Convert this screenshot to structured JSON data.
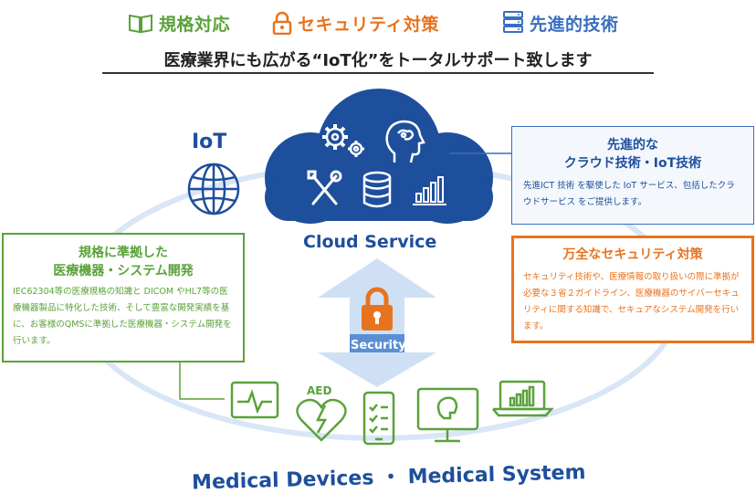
{
  "header": {
    "items": [
      {
        "label": "規格対応",
        "color": "#5aa23a",
        "icon": "book-icon"
      },
      {
        "label": "セキュリティ対策",
        "color": "#e8731e",
        "icon": "lock-icon"
      },
      {
        "label": "先進的技術",
        "color": "#3a6fbf",
        "icon": "server-icon"
      }
    ],
    "subtitle": "医療業界にも広がる“IoT化”をトータルサポート致します"
  },
  "diagram": {
    "iot_label": "IoT",
    "cloud_label": "Cloud Service",
    "security_label": "Security",
    "aed_label": "AED",
    "bottom_label": "Medical Devices ・ Medical System"
  },
  "boxes": {
    "advanced": {
      "title_line1": "先進的な",
      "title_line2": "クラウド技術・IoT技術",
      "body": "先進ICT 技術 を駆使した IoT サービス、包括したクラウドサービス をご提供します。"
    },
    "standards": {
      "title_line1": "規格に準拠した",
      "title_line2": "医療機器・システム開発",
      "body": "IEC62304等の医療規格の知識と DICOM やHL7等の医療機器製品に特化した技術、そして豊富な開発実績を基に、お客様のQMSに準拠した医療機器・システム開発を行います。"
    },
    "security": {
      "title": "万全なセキュリティ対策",
      "body": "セキュリティ技術や、医療情報の取り扱いの際に準拠が必要な３省２ガイドライン、医療機器のサイバーセキュリティに関する知識で、セキュアなシステム開発を行います。"
    }
  },
  "colors": {
    "navy": "#1e4f9c",
    "green": "#5aa23a",
    "orange": "#e8731e",
    "blue": "#3a6fbf",
    "light_blue": "#cfe0f5"
  }
}
